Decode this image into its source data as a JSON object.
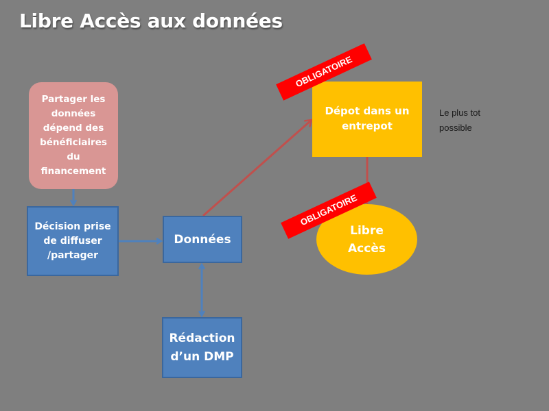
{
  "title": "Libre Accès aux données",
  "nodes": {
    "funding": [
      "Partager les",
      "données",
      "dépend des",
      "bénéficiaires",
      "du",
      "financement"
    ],
    "decision": [
      "Décision prise",
      "de diffuser",
      "/partager"
    ],
    "data": "Données",
    "dmp": [
      "Rédaction",
      "d’un DMP"
    ],
    "repository": [
      "Dépot dans un",
      "entrepot"
    ],
    "open_access": [
      "Libre",
      "Accès"
    ]
  },
  "badges": {
    "repository_badge": "OBLIGATOIRE",
    "open_access_badge": "OBLIGATOIRE"
  },
  "note": [
    "Le plus tot",
    "possible"
  ],
  "colors": {
    "background": "#7f7f7f",
    "blue": "#4f81bd",
    "pink": "#d99694",
    "gold": "#ffc000",
    "red_badge": "#ff0000",
    "red_arrow": "#c0504d"
  }
}
